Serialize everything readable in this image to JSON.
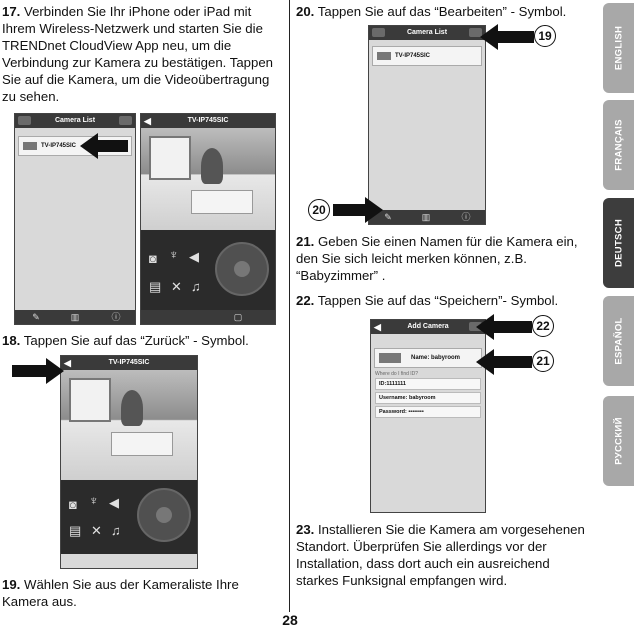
{
  "steps": {
    "s17": {
      "num": "17.",
      "text": "Verbinden Sie Ihr iPhone oder iPad mit Ihrem Wireless-Netzwerk und starten Sie die TRENDnet CloudView App neu, um die Verbindung zur Kamera zu bestätigen. Tappen Sie auf die Kamera, um die Videoübertragung zu sehen."
    },
    "s18": {
      "num": "18.",
      "text": "Tappen Sie auf das “Zurück” - Symbol."
    },
    "s19": {
      "num": "19.",
      "text": "Wählen Sie aus der Kameraliste Ihre Kamera aus."
    },
    "s20": {
      "num": "20.",
      "text": "Tappen Sie auf das “Bearbeiten” - Symbol."
    },
    "s21": {
      "num": "21.",
      "text": "Geben Sie einen Namen für die Kamera ein, den Sie sich leicht merken können, z.B. “Babyzimmer” ."
    },
    "s22": {
      "num": "22.",
      "text": "Tappen Sie auf das “Speichern”- Symbol."
    },
    "s23": {
      "num": "23.",
      "text": "Installieren Sie die Kamera am vorgesehenen Standort. Überprüfen Sie allerdings vor der Installation, dass dort auch ein ausreichend starkes Funksignal empfangen wird."
    }
  },
  "screens": {
    "camera_list_title": "Camera List",
    "camera_item": "TV-IP745SIC",
    "live_title": "TV-IP745SIC",
    "add_camera_title": "Add Camera",
    "name_field": "Name: babyroom",
    "id_field": "ID:1111111",
    "username_field": "Username: babyroom",
    "password_field": "Password: ••••••••",
    "section_label": "Where do I find ID?"
  },
  "callouts": {
    "c19": "19",
    "c20": "20",
    "c21": "21",
    "c22": "22"
  },
  "languages": [
    "ENGLISH",
    "FRANÇAIS",
    "DEUTSCH",
    "ESPAÑOL",
    "РУССКИЙ"
  ],
  "active_language": "DEUTSCH",
  "page_number": "28"
}
